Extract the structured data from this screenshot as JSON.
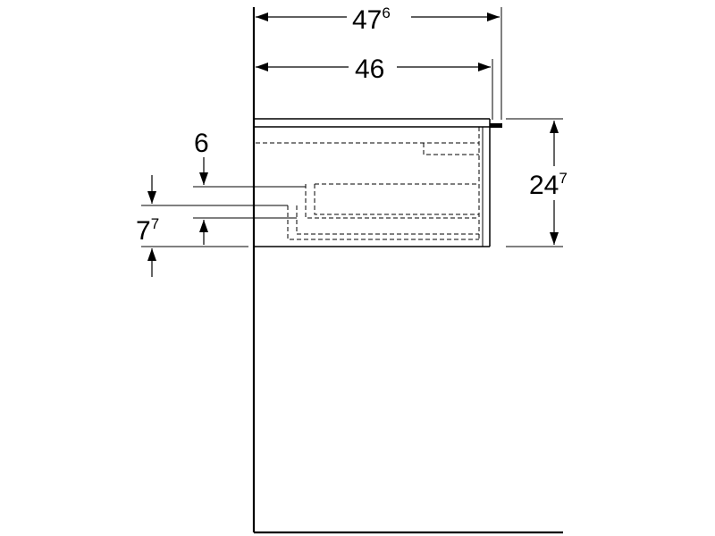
{
  "dimensions": {
    "overall_width": {
      "main": "47",
      "sup": "6"
    },
    "inner_width": {
      "main": "46",
      "sup": ""
    },
    "height": {
      "main": "24",
      "sup": "7"
    },
    "drawer_top_offset": {
      "main": "6",
      "sup": ""
    },
    "drawer_step": {
      "main": "7",
      "sup": "7"
    }
  },
  "colors": {
    "line": "#000000",
    "background": "#ffffff"
  }
}
